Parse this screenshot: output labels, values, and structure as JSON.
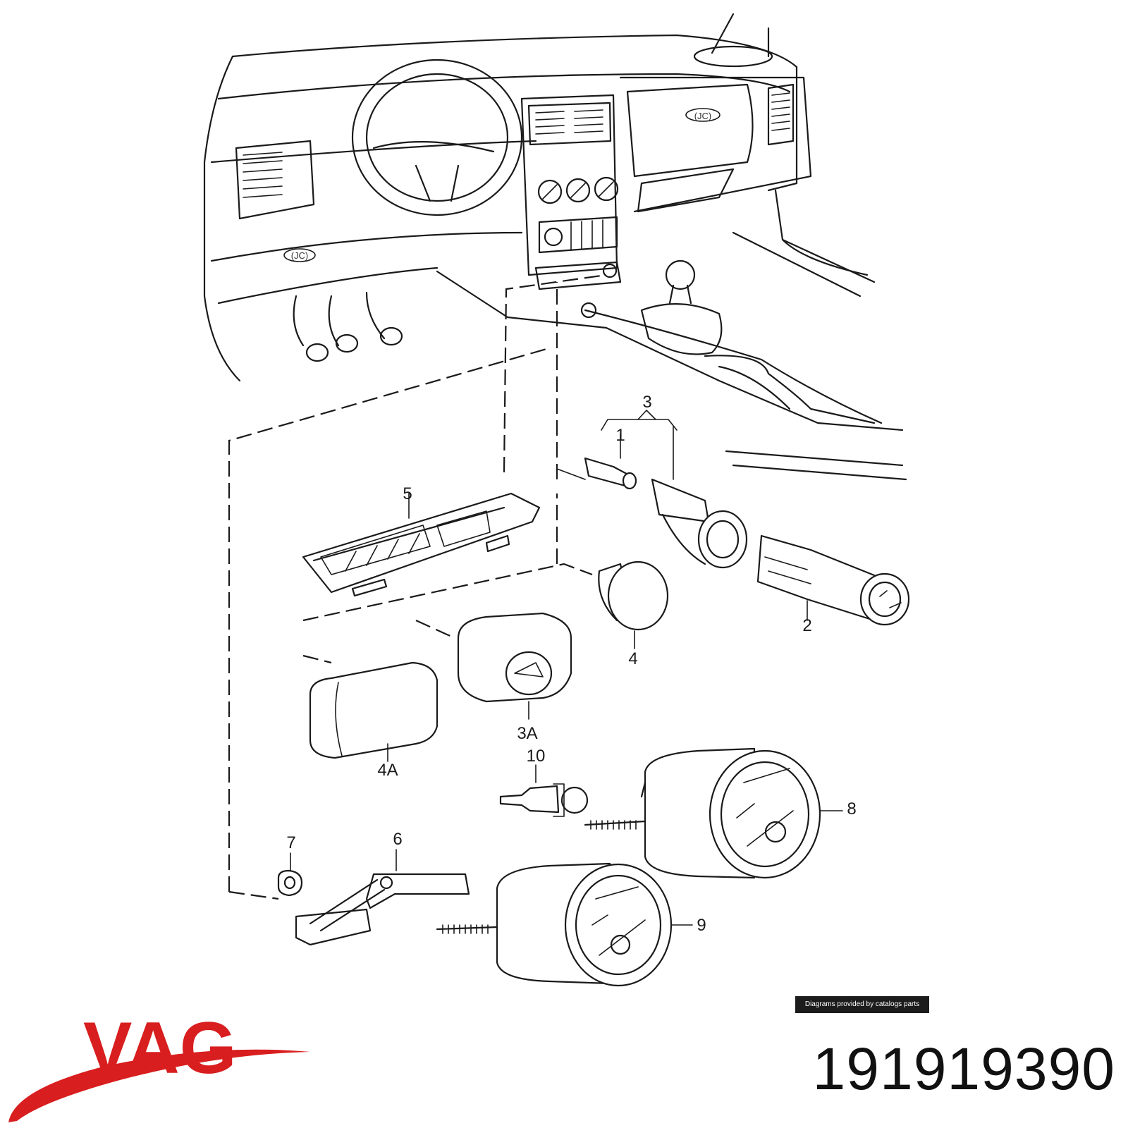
{
  "diagram": {
    "callouts": [
      "1",
      "2",
      "3",
      "3A",
      "4",
      "4A",
      "5",
      "6",
      "7",
      "8",
      "9",
      "10"
    ],
    "dashboard_tags": [
      "(JC)",
      "(JC)"
    ]
  },
  "footer": {
    "credit": "Diagrams provided by catalogs parts",
    "brand": "VAG",
    "part_number": "191919390"
  },
  "colors": {
    "brand_red": "#d81e1e",
    "line": "#1a1a1a",
    "badge_bg": "#1c1c1c"
  }
}
